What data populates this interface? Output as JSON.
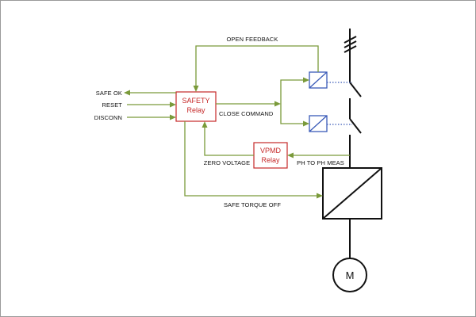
{
  "colors": {
    "signal": "#7a9a3a",
    "relay_border": "#c62828",
    "contactor_border": "#3a5bb8",
    "power": "#111111"
  },
  "inputs": {
    "safe_ok": "SAFE OK",
    "reset": "RESET",
    "disconn": "DISCONN"
  },
  "safety_relay": {
    "line1": "SAFETY",
    "line2": "Relay"
  },
  "vpmd_relay": {
    "line1": "VPMD",
    "line2": "Relay"
  },
  "signals": {
    "open_feedback": "OPEN FEEDBACK",
    "close_command": "CLOSE COMMAND",
    "zero_voltage": "ZERO VOLTAGE",
    "ph_to_ph_meas": "PH TO PH MEAS",
    "safe_torque_off": "SAFE TORQUE OFF"
  },
  "motor": {
    "label": "M"
  },
  "icons": [
    "contactor-coil-icon",
    "contactor-coil-icon",
    "drive-icon",
    "motor-icon",
    "three-phase-icon"
  ]
}
